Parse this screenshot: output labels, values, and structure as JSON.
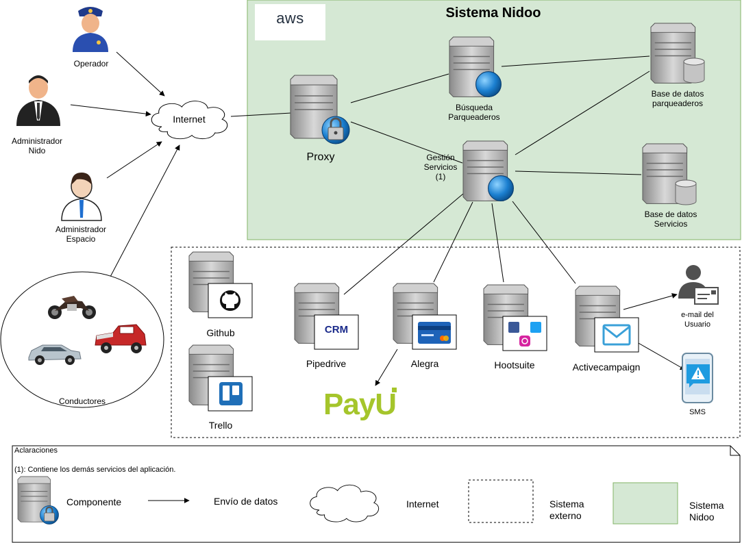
{
  "title": "Sistema Nidoo",
  "aws_logo": "aws",
  "actors": {
    "operador": "Operador",
    "admin_nido": "Administrador\nNido",
    "admin_espacio": "Administrador\nEspacio",
    "conductores": "Conductores"
  },
  "internet": "Internet",
  "components": {
    "proxy": "Proxy",
    "busqueda": "Búsqueda\nParqueaderos",
    "gestion": "Gestión\nServicios\n(1)",
    "db_parq": "Base de datos\nparqueaderos",
    "db_serv": "Base de datos\nServicios"
  },
  "external": {
    "github": "Github",
    "trello": "Trello",
    "pipedrive": "Pipedrive",
    "crm_badge": "CRM",
    "alegra": "Alegra",
    "hootsuite": "Hootsuite",
    "activecampaign": "Activecampaign",
    "payu": "PayU",
    "email": "e-mail del\nUsuario",
    "sms": "SMS"
  },
  "legend": {
    "heading": "Aclaraciones",
    "note": "(1): Contiene los demás servicios del aplicación.",
    "componente": "Componente",
    "envio": "Envío de datos",
    "internet": "Internet",
    "externo": "Sistema\nexterno",
    "nidoo": "Sistema\nNidoo"
  },
  "colors": {
    "nidoo_fill": "#d5e8d4",
    "nidoo_stroke": "#82b366",
    "server_body": "#9e9e9e",
    "globe": "#1b7fd0",
    "payu": "#a5c52b",
    "aws_arrow": "#ff9900"
  }
}
